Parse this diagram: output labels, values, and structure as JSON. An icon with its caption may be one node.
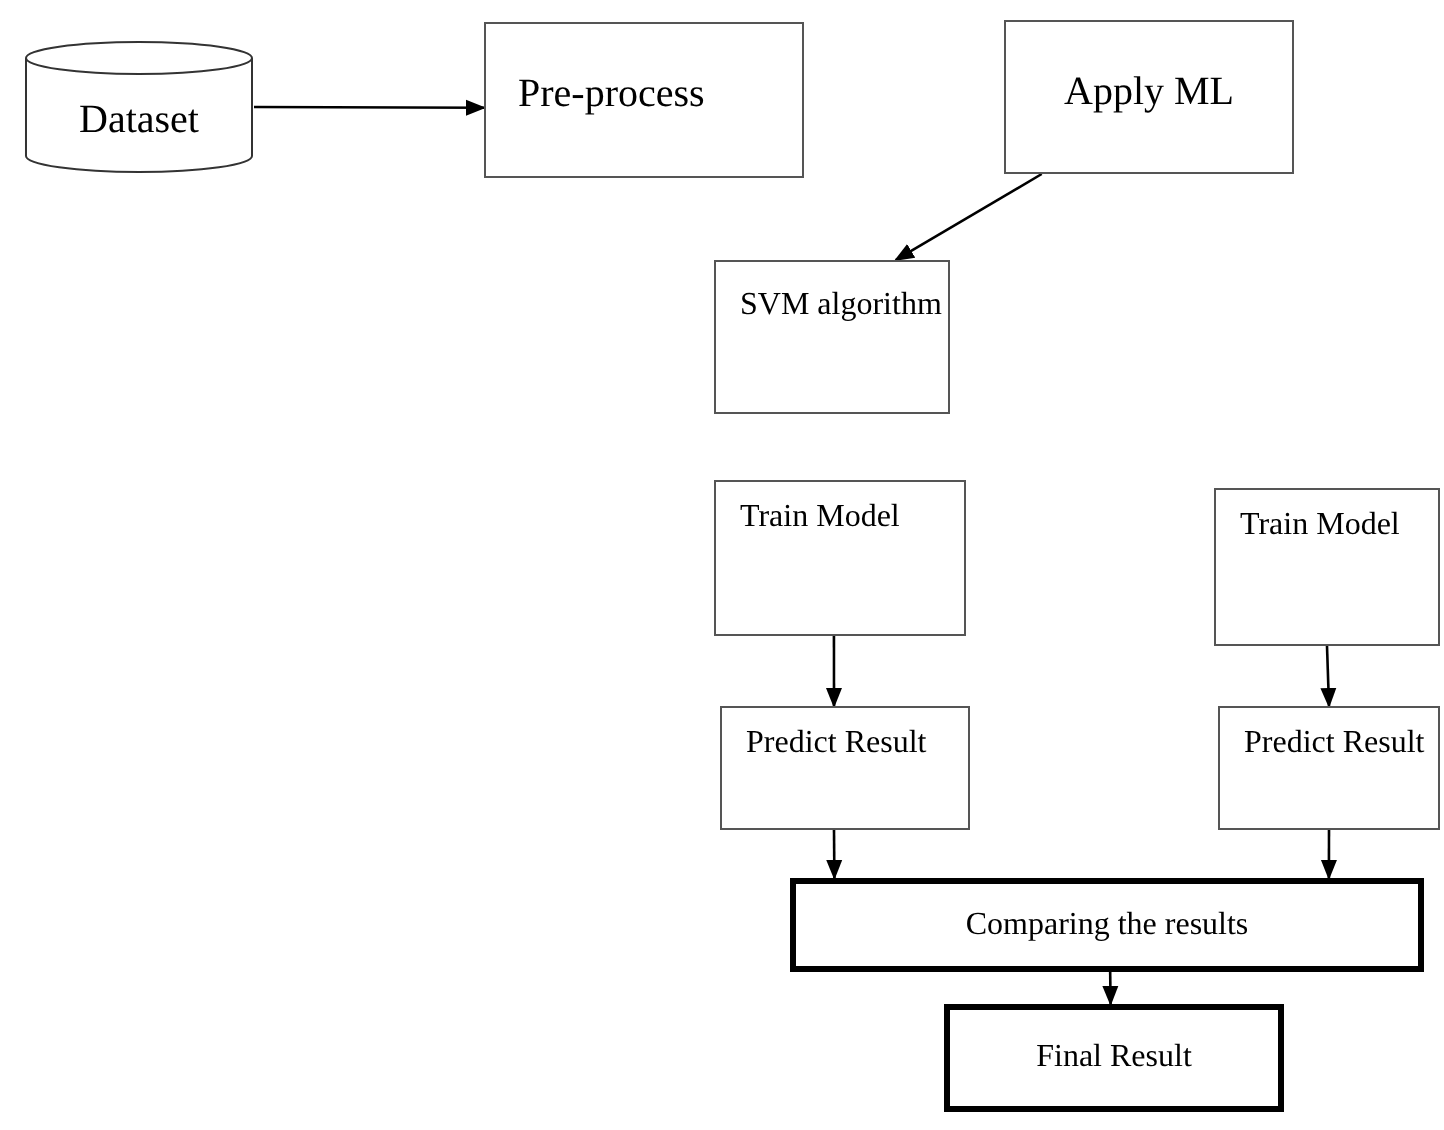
{
  "diagram": {
    "nodes": [
      {
        "text": [
          "Dataset"
        ]
      },
      {
        "text": [
          "Pre-process"
        ]
      },
      {
        "text": [
          "Apply ML"
        ]
      },
      {
        "text": [
          "SVM algorithm"
        ]
      },
      {
        "text": [
          "Train Model"
        ]
      },
      {
        "text": [
          "Train Model"
        ]
      },
      {
        "text": [
          "Predict Result"
        ]
      },
      {
        "text": [
          "Predict Result"
        ]
      },
      {
        "text": [
          "Comparing the results"
        ]
      },
      {
        "text": [
          "Final Result"
        ]
      }
    ],
    "edges": [
      {
        "from": 0,
        "to": 1,
        "arrow": "to"
      },
      {
        "from": 2,
        "to": 3,
        "arrow": "to"
      },
      {
        "from": 4,
        "to": 6,
        "arrow": "to"
      },
      {
        "from": 5,
        "to": 7,
        "arrow": "to"
      },
      {
        "from": 6,
        "to": 8,
        "arrow": "to"
      },
      {
        "from": 7,
        "to": 8,
        "arrow": "to"
      },
      {
        "from": 8,
        "to": 9,
        "arrow": "to"
      }
    ]
  }
}
